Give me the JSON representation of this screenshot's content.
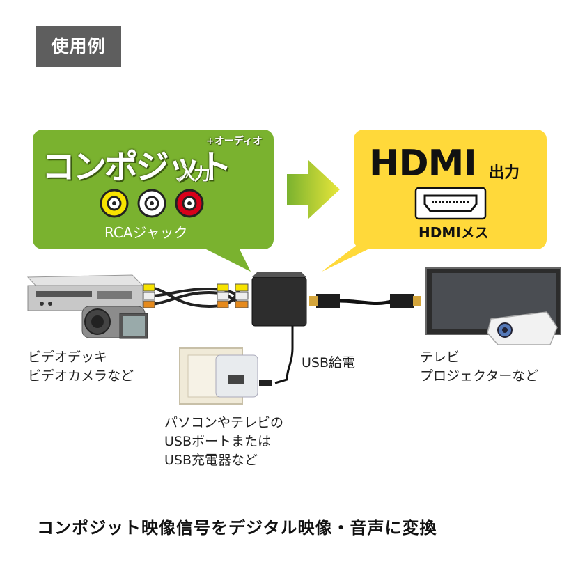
{
  "tag": {
    "label": "使用例"
  },
  "input_bubble": {
    "title": "コンポジット入力",
    "title_main": "コンポジット",
    "title_suffix": "入力",
    "superscript": "+オーディオ",
    "connector_label": "RCAジャック",
    "jack_colors": [
      "#f7e300",
      "#ffffff",
      "#d8001a"
    ]
  },
  "output_bubble": {
    "title_main": "HDMI",
    "title_suffix": "出力",
    "connector_label": "HDMIメス"
  },
  "labels": {
    "source_line1": "ビデオデッキ",
    "source_line2": "ビデオカメラなど",
    "usb_power": "USB給電",
    "power_line1": "パソコンやテレビの",
    "power_line2": "USBポートまたは",
    "power_line3": "USB充電器など",
    "display_line1": "テレビ",
    "display_line2": "プロジェクターなど"
  },
  "caption": "コンポジット映像信号をデジタル映像・音声に変換",
  "colors": {
    "green": "#7ab22f",
    "yellow": "#ffd93a",
    "tag": "#5e5e5e"
  }
}
